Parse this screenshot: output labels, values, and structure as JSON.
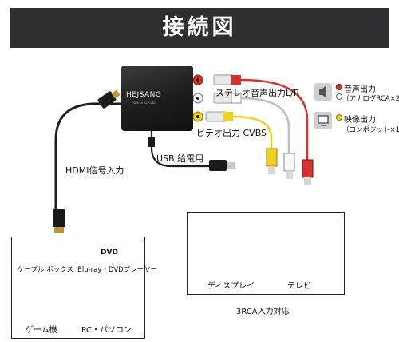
{
  "title": "接続図",
  "device": {
    "brand": "HEJSANG",
    "brand_sub": "HDMI to AV/CVBS"
  },
  "labels": {
    "stereo_out": "ステレオ音声出力L/R",
    "video_out": "ビデオ出力 CVBS",
    "usb_power": "USB 給電用",
    "hdmi_in": "HDMI信号入力"
  },
  "legend": {
    "audio_title": "音声出力",
    "audio_sub": "（アナログRCA×2）",
    "video_title": "映像出力",
    "video_sub": "（コンポジット×1）"
  },
  "sources": {
    "cable_box": "ケーブル ボックス",
    "dvd_tag": "DVD",
    "bluray": "Blu-ray・DVDプレーヤー",
    "game": "ゲーム機",
    "pc": "PC・パソコン"
  },
  "targets": {
    "display": "ディスプレイ",
    "tv": "テレビ",
    "footer": "3RCA入力対応"
  },
  "colors": {
    "banner": "#2d2f33",
    "audio_red": "#d8322e",
    "audio_white": "#f2f2f2",
    "video_yellow": "#f0d21e",
    "cable": "#1e1e1e"
  }
}
